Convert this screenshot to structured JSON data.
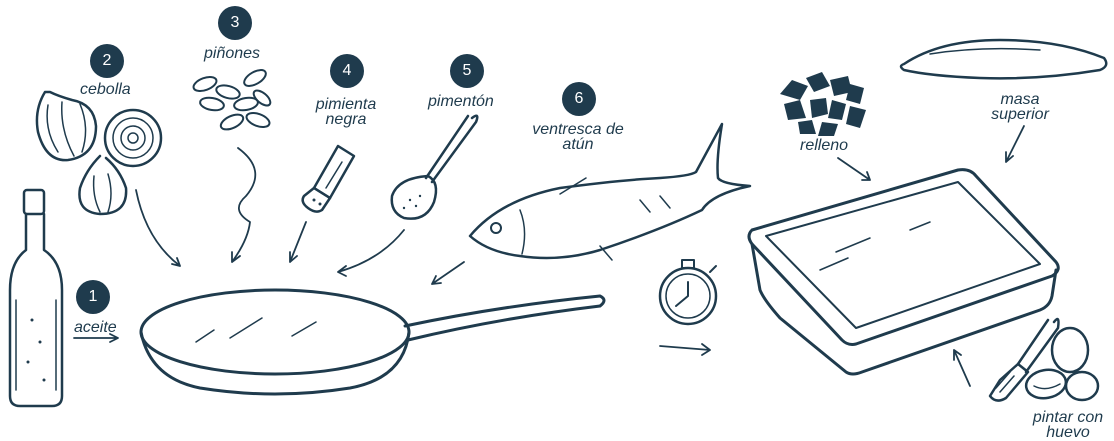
{
  "colors": {
    "ink": "#1f3b4d",
    "background": "#ffffff"
  },
  "steps": [
    {
      "number": "1",
      "label": "aceite"
    },
    {
      "number": "2",
      "label": "cebolla"
    },
    {
      "number": "3",
      "label": "piñones"
    },
    {
      "number": "4",
      "label": "pimienta negra"
    },
    {
      "number": "5",
      "label": "pimentón"
    },
    {
      "number": "6",
      "label": "ventresca de atún"
    }
  ],
  "assembly": {
    "filling": "relleno",
    "top_dough": "masa superior",
    "egg_wash": "pintar con huevo"
  },
  "icons": [
    "oil-bottle-icon",
    "onion-icon",
    "pine-nuts-icon",
    "pepper-shaker-icon",
    "paprika-spoon-icon",
    "tuna-icon",
    "frying-pan-icon",
    "stopwatch-icon",
    "baking-dish-icon",
    "filling-icon",
    "dough-icon",
    "brush-icon",
    "egg-icon"
  ]
}
